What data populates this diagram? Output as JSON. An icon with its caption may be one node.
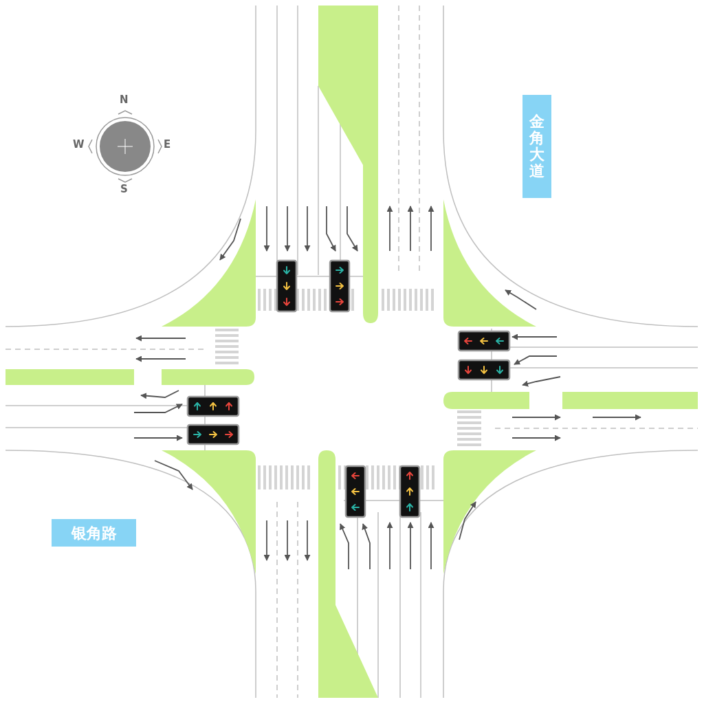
{
  "diagram": {
    "nodes": [
      {
        "text": [
          "金角大道"
        ]
      },
      {
        "text": [
          "银角路"
        ]
      }
    ],
    "labels": [
      "N",
      "W",
      "E",
      "S"
    ]
  }
}
